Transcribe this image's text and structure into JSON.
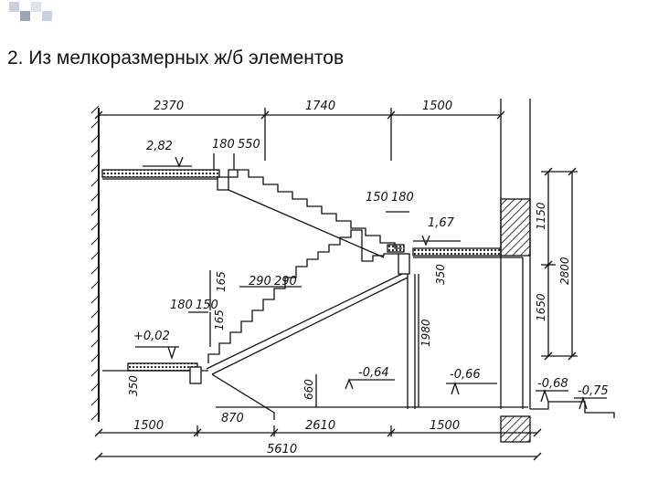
{
  "slide": {
    "title": "2. Из мелкоразмерных ж/б элементов"
  },
  "drawing": {
    "dims_top": {
      "a": "2370",
      "b": "1740",
      "c": "1500"
    },
    "upper_landing": {
      "level": "2,82",
      "d1": "180",
      "d2": "550"
    },
    "mid": {
      "d1": "150",
      "d2": "180",
      "level": "1,67"
    },
    "step": {
      "tread1": "290",
      "tread2": "290",
      "riser1": "165",
      "riser2": "165",
      "d180": "180",
      "d150": "150"
    },
    "lower": {
      "level": "+0,02",
      "d350": "350",
      "d660": "660",
      "level2": "-0,64"
    },
    "right": {
      "d1980": "1980",
      "d350": "350",
      "level": "-0,66",
      "level2": "-0,68",
      "level3": "-0,75"
    },
    "vertical_right": {
      "d1150": "1150",
      "d2800": "2800",
      "d1650": "1650"
    },
    "dims_bottom": {
      "a": "1500",
      "b": "870",
      "c": "2610",
      "d": "1500",
      "total": "5610"
    }
  },
  "colors": {
    "bullet_dark": "#9aa4b2",
    "bullet_light": "#dde3ea",
    "ink": "#111111"
  }
}
